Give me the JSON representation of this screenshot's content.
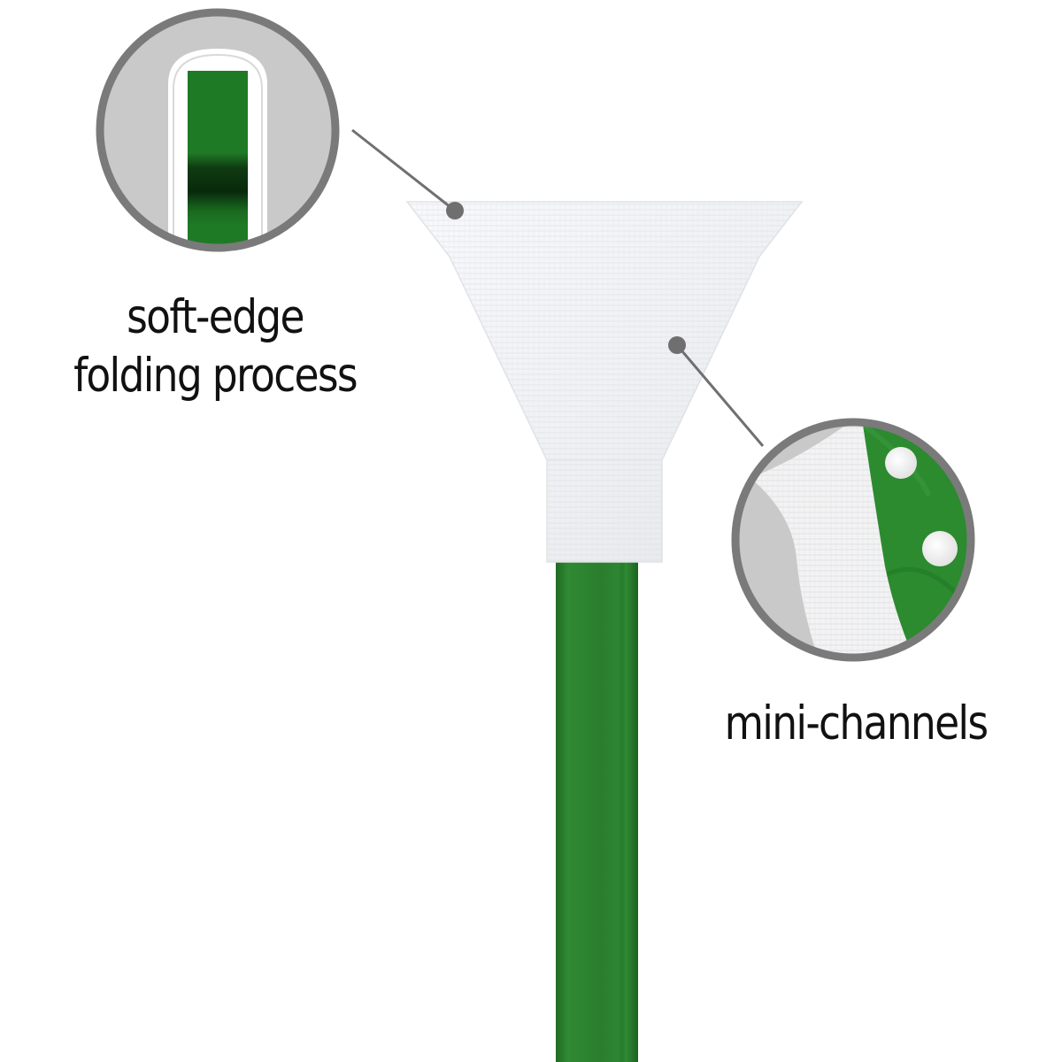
{
  "callouts": {
    "soft_edge": {
      "line1": "soft-edge",
      "line2": "folding process"
    },
    "mini_channels": {
      "text": "mini-channels"
    }
  },
  "colors": {
    "stick_green": "#2e7d32",
    "pad_white": "#f4f5f7",
    "callout_ring": "#777777",
    "callout_fill": "#c8c8c8",
    "text": "#111111"
  }
}
